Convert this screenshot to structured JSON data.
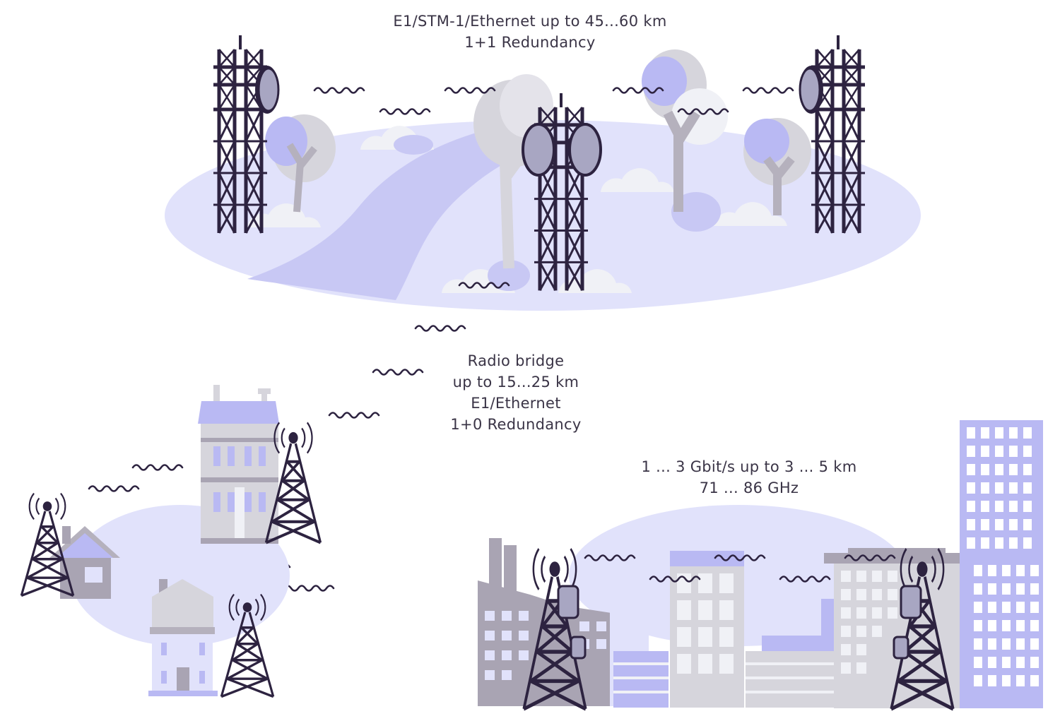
{
  "labels": {
    "long_haul": {
      "line1": "E1/STM-1/Ethernet up to 45...60 km",
      "line2": "1+1 Redundancy"
    },
    "radio_bridge": {
      "line1": "Radio bridge",
      "line2": "up to 15...25 km",
      "line3": "E1/Ethernet",
      "line4": "1+0 Redundancy"
    },
    "high_capacity": {
      "line1": "1 ... 3 Gbit/s up to 3 ... 5 km",
      "line2": "71 ... 86 GHz"
    }
  },
  "colors": {
    "ground": "#e1e2fb",
    "river": "#c8c8f4",
    "accent": "#b9b9f3",
    "grey": "#b5b1bd",
    "light_grey": "#d6d5dc",
    "cloud": "#f0f1f6",
    "tower": "#2d2340",
    "antenna": "#a8a6c2",
    "building_dark": "#a9a4b3"
  },
  "icons": [
    "lattice-tower-icon",
    "dish-antenna-icon",
    "signal-wave-icon",
    "cell-tower-icon",
    "house-icon",
    "skyscraper-icon",
    "factory-icon",
    "tree-icon",
    "cloud-icon"
  ]
}
